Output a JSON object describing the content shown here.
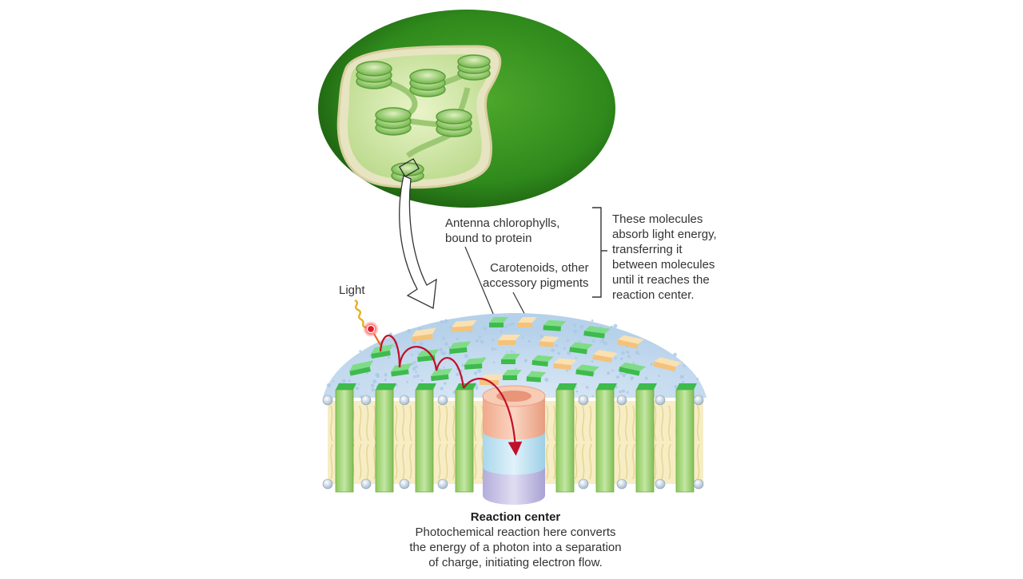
{
  "labels": {
    "light": "Light",
    "antenna": "Antenna chlorophylls,\nbound to protein",
    "carotenoids": "Carotenoids, other\naccessory pigments",
    "bracket_note": "These molecules\nabsorb light energy,\ntransferring it\nbetween molecules\nuntil it reaches the\nreaction center.",
    "reaction_center_title": "Reaction center",
    "reaction_center_desc": "Photochemical reaction here converts\nthe energy of a photon into a separation\nof charge, initiating electron flow."
  },
  "colors": {
    "chloroplast_dark": "#2d7a18",
    "chloroplast_light": "#4aa62a",
    "chlorophyll_green": "#3dbb4c",
    "carotenoid_orange": "#f4c27a",
    "membrane_blue": "#c9dff0",
    "electron_path": "#c0102a",
    "rc_top": "#f4b9a0",
    "rc_mid": "#bfe3f2",
    "rc_bottom": "#c9c4e2",
    "protein_green": "#9fd472",
    "lipid_yellow": "#f6ecc0"
  }
}
